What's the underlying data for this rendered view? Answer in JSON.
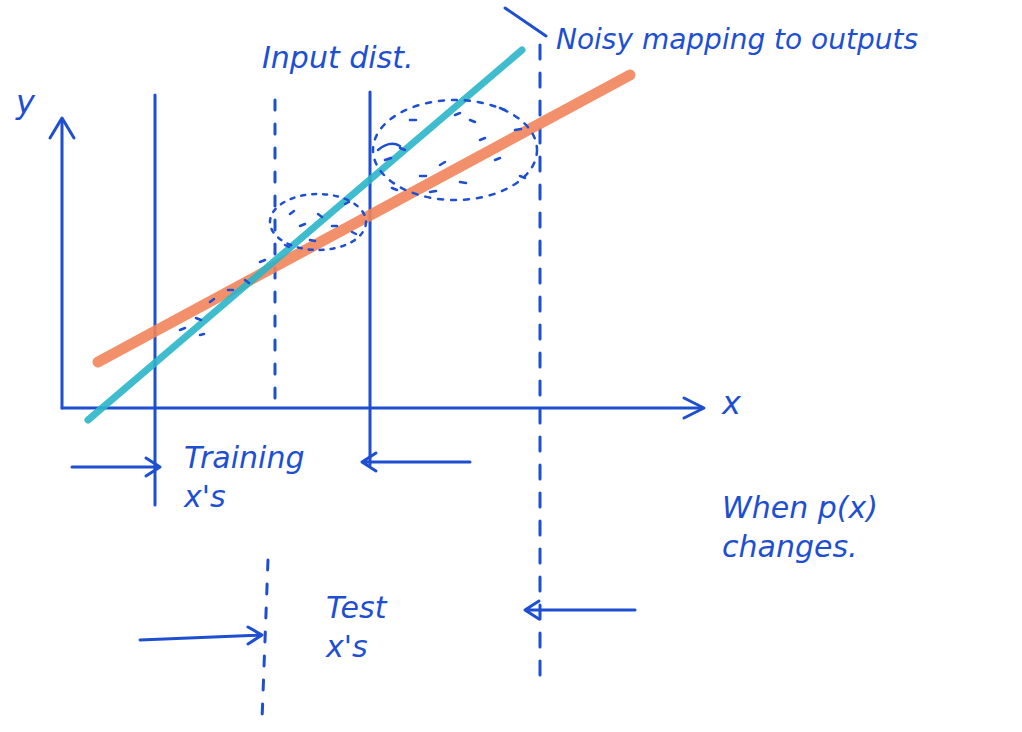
{
  "diagram": {
    "labels": [
      "Input dist.",
      "Noisy mapping to outputs",
      "y",
      "x",
      "Training x's",
      "Test x's",
      "When p(x) changes."
    ]
  }
}
